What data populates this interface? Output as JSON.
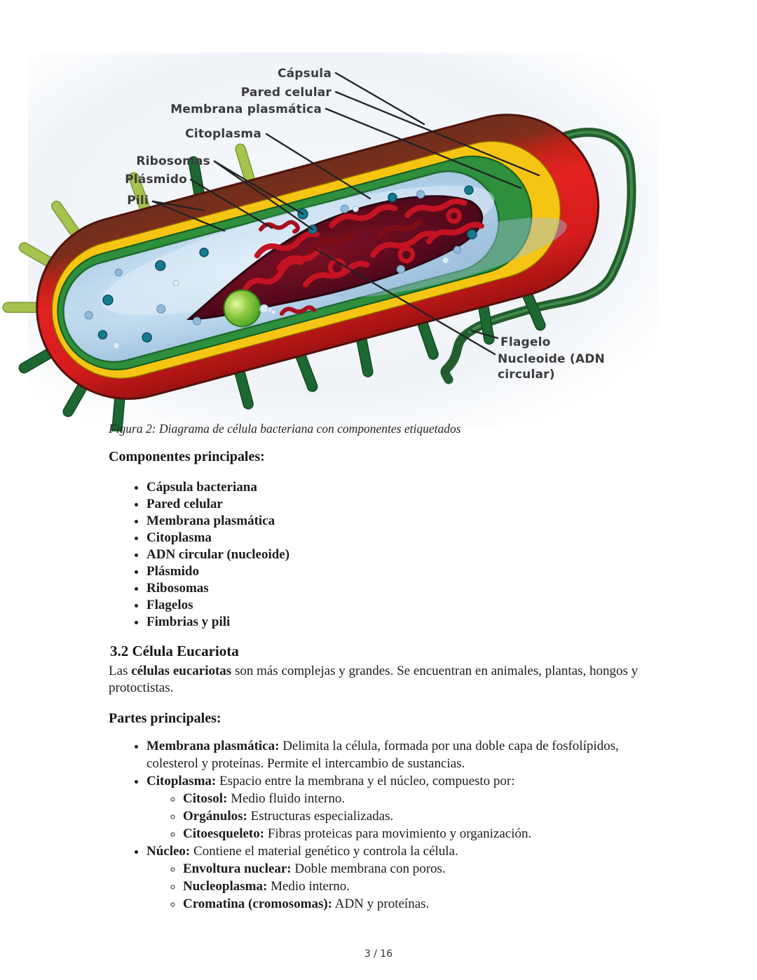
{
  "figure": {
    "caption": "Figura 2: Diagrama de célula bacteriana con componentes etiquetados",
    "labels": {
      "capsula": "Cápsula",
      "pared": "Pared celular",
      "membrana": "Membrana plasmática",
      "citoplasma": "Citoplasma",
      "ribosomas": "Ribosomas",
      "plasmido": "Plásmido",
      "pili": "Pili",
      "flagelo": "Flagelo",
      "nucleoide_l1": "Nucleoide (ADN",
      "nucleoide_l2": "circular)"
    }
  },
  "colors": {
    "capsule_red": "#d61f1f",
    "capsule_dark": "#6e2f1d",
    "wall_yellow": "#f6c513",
    "membrane_green": "#2e8f3c",
    "cytoplasm_blue": "#bcd7ec",
    "nucleoid_red": "#7c1024",
    "flagellum_green": "#235e2e"
  },
  "sections": {
    "componentes": {
      "heading": "Componentes principales:",
      "items": [
        "Cápsula bacteriana",
        "Pared celular",
        "Membrana plasmática",
        "Citoplasma",
        "ADN circular (nucleoide)",
        "Plásmido",
        "Ribosomas",
        "Flagelos",
        "Fimbrias y pili"
      ]
    },
    "eucariota": {
      "heading": "3.2 Célula Eucariota",
      "intro_prefix": "Las ",
      "intro_bold": "células eucariotas",
      "intro_suffix": " son más complejas y grandes. Se encuentran en animales, plantas, hongos y protoctistas."
    },
    "partes": {
      "heading": "Partes principales:",
      "items": [
        {
          "term": "Membrana plasmática:",
          "desc": " Delimita la célula, formada por una doble capa de fosfolípidos, colesterol y proteínas. Permite el intercambio de sustancias."
        },
        {
          "term": "Citoplasma:",
          "desc": " Espacio entre la membrana y el núcleo, compuesto por:",
          "sub": [
            {
              "term": "Citosol:",
              "desc": " Medio fluido interno."
            },
            {
              "term": "Orgánulos:",
              "desc": " Estructuras especializadas."
            },
            {
              "term": "Citoesqueleto:",
              "desc": " Fibras proteicas para movimiento y organización."
            }
          ]
        },
        {
          "term": "Núcleo:",
          "desc": " Contiene el material genético y controla la célula.",
          "sub": [
            {
              "term": "Envoltura nuclear:",
              "desc": " Doble membrana con poros."
            },
            {
              "term": "Nucleoplasma:",
              "desc": " Medio interno."
            },
            {
              "term": "Cromatina (cromosomas):",
              "desc": " ADN y proteínas."
            }
          ]
        }
      ]
    }
  },
  "footer": {
    "page_indicator": "3 / 16"
  }
}
